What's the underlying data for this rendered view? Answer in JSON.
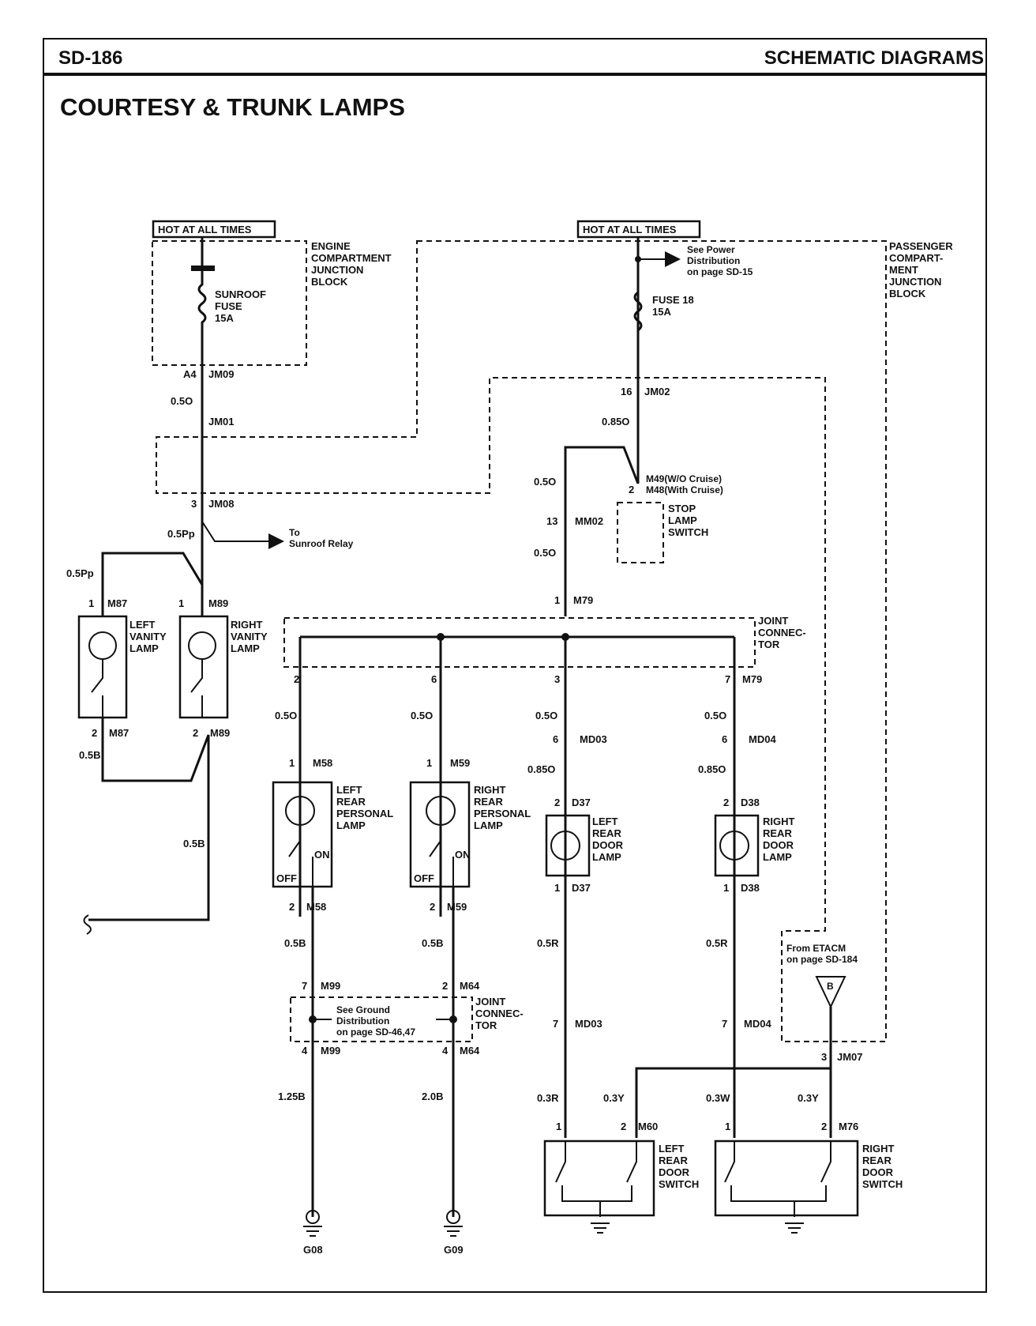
{
  "header": {
    "page_code": "SD-186",
    "section": "SCHEMATIC DIAGRAMS",
    "title": "COURTESY & TRUNK LAMPS"
  },
  "power": {
    "left_source": "HOT AT ALL TIMES",
    "right_source": "HOT AT ALL TIMES"
  },
  "junction_blocks": {
    "engine": [
      "ENGINE",
      "COMPARTMENT",
      "JUNCTION",
      "BLOCK"
    ],
    "passenger": [
      "PASSENGER",
      "COMPART-",
      "MENT",
      "JUNCTION",
      "BLOCK"
    ],
    "joint_top": [
      "JOINT",
      "CONNEC-",
      "TOR"
    ],
    "joint_bottom": [
      "JOINT",
      "CONNEC-",
      "TOR"
    ]
  },
  "fuses": {
    "sunroof": [
      "SUNROOF",
      "FUSE",
      "15A"
    ],
    "fuse18": [
      "FUSE 18",
      "15A"
    ]
  },
  "notes": {
    "power_dist": [
      "See Power",
      "Distribution",
      "on page SD-15"
    ],
    "sunroof_relay": [
      "To",
      "Sunroof Relay"
    ],
    "ground_dist": [
      "See Ground",
      "Distribution",
      "on page SD-46,47"
    ],
    "etacm": [
      "From ETACM",
      "on page SD-184"
    ],
    "etacm_symbol": "B"
  },
  "components": {
    "left_vanity": [
      "LEFT",
      "VANITY",
      "LAMP"
    ],
    "right_vanity": [
      "RIGHT",
      "VANITY",
      "LAMP"
    ],
    "stop_lamp": [
      "STOP",
      "LAMP",
      "SWITCH"
    ],
    "left_rear_personal": [
      "LEFT",
      "REAR",
      "PERSONAL",
      "LAMP"
    ],
    "right_rear_personal": [
      "RIGHT",
      "REAR",
      "PERSONAL",
      "LAMP"
    ],
    "left_rear_door_lamp": [
      "LEFT",
      "REAR",
      "DOOR",
      "LAMP"
    ],
    "right_rear_door_lamp": [
      "RIGHT",
      "REAR",
      "DOOR",
      "LAMP"
    ],
    "left_rear_door_switch": [
      "LEFT",
      "REAR",
      "DOOR",
      "SWITCH"
    ],
    "right_rear_door_switch": [
      "RIGHT",
      "REAR",
      "DOOR",
      "SWITCH"
    ],
    "on_label": "ON",
    "off_label": "OFF"
  },
  "connectors": {
    "a4": "A4",
    "jm09": "JM09",
    "jm01": "JM01",
    "c3": "3",
    "jm08": "JM08",
    "c1_m87": "1",
    "m87_top": "M87",
    "c1_m89": "1",
    "m89_top": "M89",
    "c2_m87": "2",
    "m87_bot": "M87",
    "c2_m89": "2",
    "m89_bot": "M89",
    "c16": "16",
    "jm02": "JM02",
    "m49": "M49(W/O Cruise)",
    "m48": "M48(With Cruise)",
    "c2_stop": "2",
    "c13": "13",
    "mm02": "MM02",
    "c1_m79": "1",
    "m79_top": "M79",
    "c2_j": "2",
    "c6_j": "6",
    "c3_j": "3",
    "c7_j": "7",
    "m79_right": "M79",
    "c6_md03": "6",
    "md03_top": "MD03",
    "c6_md04": "6",
    "md04_top": "MD04",
    "c1_m58": "1",
    "m58_top": "M58",
    "c1_m59": "1",
    "m59_top": "M59",
    "c2_d37": "2",
    "d37_top": "D37",
    "c2_d38": "2",
    "d38_top": "D38",
    "c1_d37": "1",
    "d37_bot": "D37",
    "c1_d38": "1",
    "d38_bot": "D38",
    "c2_m58": "2",
    "m58_bot": "M58",
    "c2_m59": "2",
    "m59_bot": "M59",
    "c7_m99": "7",
    "m99_top": "M99",
    "c2_m64": "2",
    "m64_top": "M64",
    "c4_m99": "4",
    "m99_bot": "M99",
    "c4_m64": "4",
    "m64_bot": "M64",
    "c7_md03": "7",
    "md03_bot": "MD03",
    "c7_md04": "7",
    "md04_bot": "MD04",
    "c3_jm07": "3",
    "jm07": "JM07",
    "c1_m60": "1",
    "c2_m60": "2",
    "m60": "M60",
    "c1_m76": "1",
    "c2_m76": "2",
    "m76": "M76"
  },
  "wires": {
    "w_05o_left": "0.5O",
    "w_05pp_a": "0.5Pp",
    "w_05pp_b": "0.5Pp",
    "w_05b_a": "0.5B",
    "w_05b_b": "0.5B",
    "w_085o_top": "0.85O",
    "w_05o_stop": "0.5O",
    "w_05o_mm02": "0.5O",
    "w_05o_c2": "0.5O",
    "w_05o_c6": "0.5O",
    "w_05o_c3": "0.5O",
    "w_05o_c7": "0.5O",
    "w_085o_d37": "0.85O",
    "w_085o_d38": "0.85O",
    "w_05b_m58": "0.5B",
    "w_05b_m59": "0.5B",
    "w_05r_d37": "0.5R",
    "w_05r_d38": "0.5R",
    "w_125b": "1.25B",
    "w_20b": "2.0B",
    "w_03r": "0.3R",
    "w_03y_a": "0.3Y",
    "w_03w": "0.3W",
    "w_03y_b": "0.3Y"
  },
  "grounds": {
    "g08": "G08",
    "g09": "G09"
  }
}
